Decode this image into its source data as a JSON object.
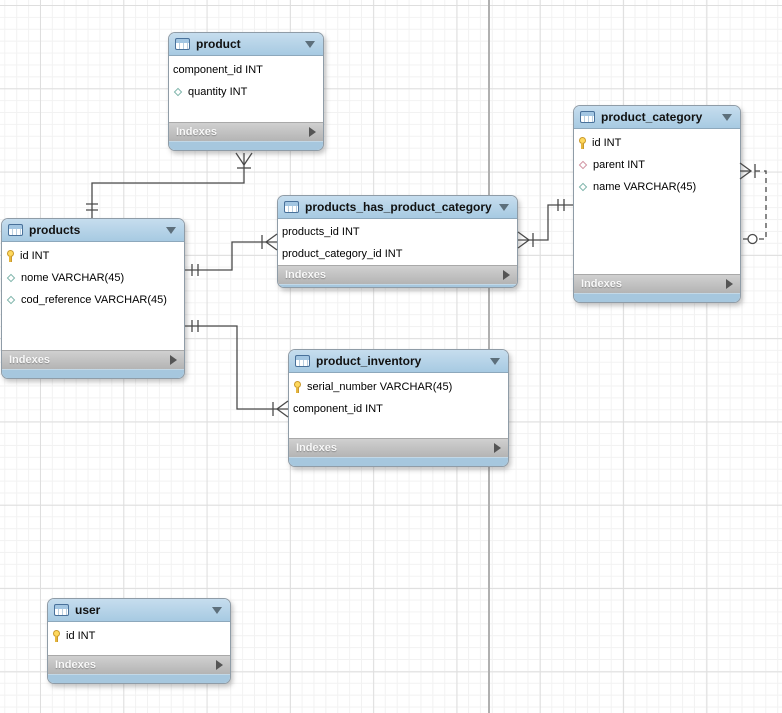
{
  "app": {
    "name": "EER diagram canvas",
    "footer_label_default": "Indexes"
  },
  "colors": {
    "table_header_blue": "#b3d1e7",
    "table_strip_blue": "#a6c7de",
    "indexes_bar_gray": "#bfbfbf",
    "key_icon_yellow": "#ffd95e",
    "column_diamond_teal": "#7db4aa",
    "fk_diamond_red": "#d092a1",
    "relationship_line": "#4a4a4a",
    "page_boundary_line": "#b0b0b0",
    "grid_minor": "#f2f2f2",
    "grid_major": "#dedede"
  },
  "tables": [
    {
      "id": "product",
      "title": "product",
      "footer": "Indexes",
      "columns": [
        {
          "icon": "none",
          "label": "component_id INT"
        },
        {
          "icon": "diamond-teal",
          "label": "quantity INT"
        }
      ]
    },
    {
      "id": "products",
      "title": "products",
      "footer": "Indexes",
      "columns": [
        {
          "icon": "key",
          "label": "id INT"
        },
        {
          "icon": "diamond-teal",
          "label": "nome VARCHAR(45)"
        },
        {
          "icon": "diamond-teal",
          "label": "cod_reference VARCHAR(45)"
        }
      ]
    },
    {
      "id": "products_has_product_category",
      "title": "products_has_product_category",
      "footer": "Indexes",
      "columns": [
        {
          "icon": "none",
          "label": "products_id INT"
        },
        {
          "icon": "none",
          "label": "product_category_id INT"
        }
      ]
    },
    {
      "id": "product_category",
      "title": "product_category",
      "footer": "Indexes",
      "columns": [
        {
          "icon": "key",
          "label": "id INT"
        },
        {
          "icon": "diamond-red",
          "label": "parent INT"
        },
        {
          "icon": "diamond-teal",
          "label": "name VARCHAR(45)"
        }
      ]
    },
    {
      "id": "product_inventory",
      "title": "product_inventory",
      "footer": "Indexes",
      "columns": [
        {
          "icon": "key",
          "label": "serial_number VARCHAR(45)"
        },
        {
          "icon": "none",
          "label": "component_id INT"
        }
      ]
    },
    {
      "id": "user",
      "title": "user",
      "footer": "Indexes",
      "columns": [
        {
          "icon": "key",
          "label": "id INT"
        }
      ]
    }
  ],
  "relationships": [
    {
      "from": "products",
      "to": "product",
      "cardinality": "one-to-many",
      "style": "solid"
    },
    {
      "from": "products",
      "to": "products_has_product_category",
      "cardinality": "one-to-many",
      "style": "solid"
    },
    {
      "from": "products",
      "to": "product_inventory",
      "cardinality": "one-to-many",
      "style": "solid"
    },
    {
      "from": "product_category",
      "to": "products_has_product_category",
      "cardinality": "one-to-many",
      "style": "solid"
    },
    {
      "from": "product_category",
      "to": "product_category",
      "cardinality": "self-reference optional",
      "style": "dashed"
    }
  ]
}
